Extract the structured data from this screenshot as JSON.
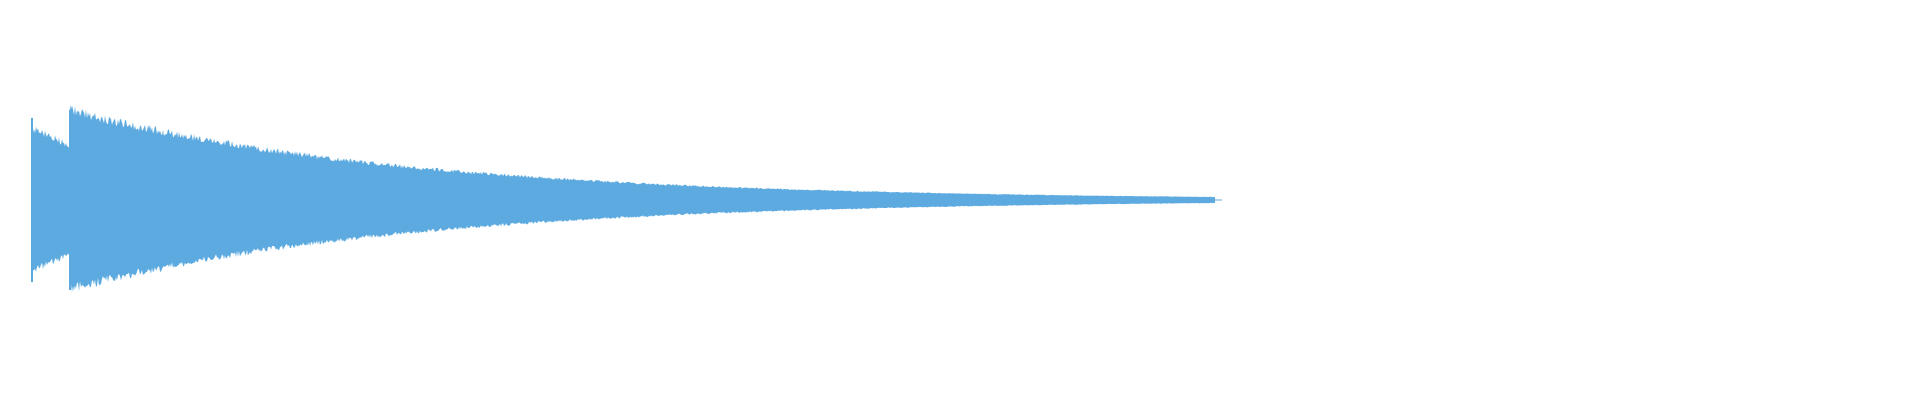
{
  "waveform": {
    "color": "#5DAAE0",
    "background": "#FFFFFF",
    "clip": {
      "onset_time_fraction": 0.0,
      "second_strike_time_fraction": 0.032,
      "end_time_fraction": 1.0,
      "first_strike_peak_amplitude": 0.82,
      "second_strike_peak_amplitude": 0.9,
      "decay_profile": "exponential",
      "silent_tail": true
    }
  }
}
